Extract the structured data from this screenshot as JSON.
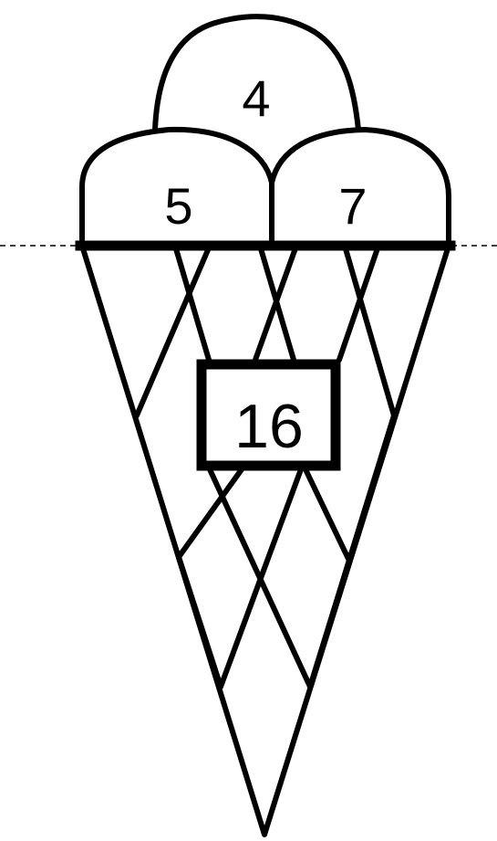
{
  "scoops": {
    "top": "4",
    "left": "5",
    "right": "7"
  },
  "cone_box": {
    "value": "16"
  },
  "colors": {
    "stroke": "#000000",
    "fill": "#ffffff"
  }
}
